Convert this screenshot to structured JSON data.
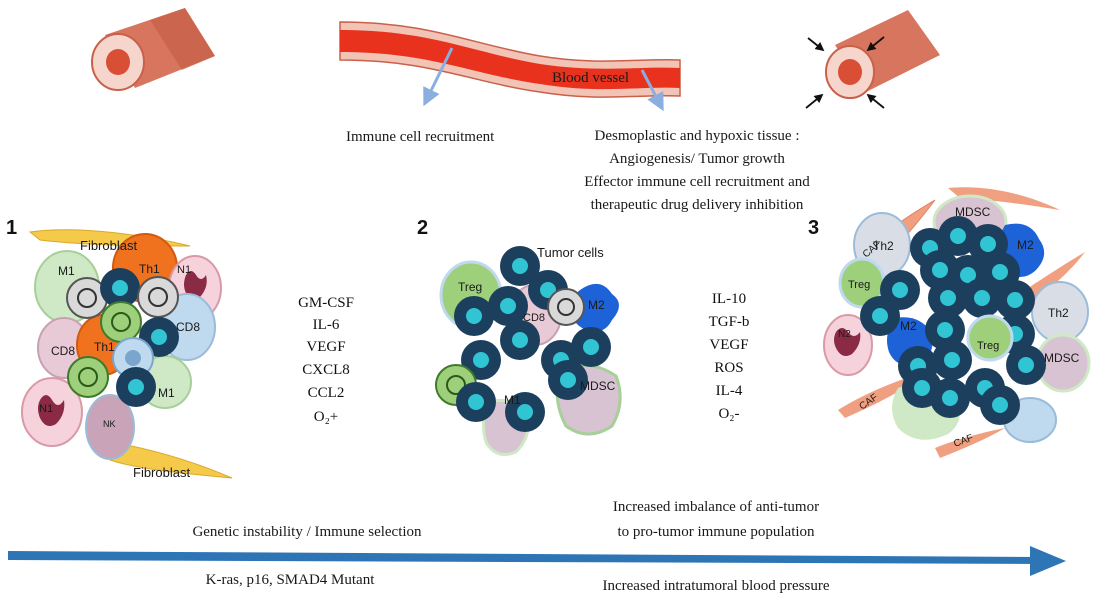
{
  "vessel": {
    "label": "Blood vessel",
    "recruitment_note": "Immune cell recruitment",
    "desmoplastic_lines": [
      "Desmoplastic and hypoxic tissue :",
      "Angiogenesis/ Tumor growth",
      "Effector immune cell recruitment and",
      "therapeutic drug delivery inhibition"
    ]
  },
  "stages": [
    {
      "number": "1"
    },
    {
      "number": "2",
      "title": "Tumor cells"
    },
    {
      "number": "3"
    }
  ],
  "cytokines_left": [
    "GM-CSF",
    "IL-6",
    "VEGF",
    "CXCL8",
    "CCL2",
    "O₂+"
  ],
  "cytokines_right": [
    "IL-10",
    "TGF-b",
    "VEGF",
    "ROS",
    "IL-4",
    "O₂-"
  ],
  "cell_labels": {
    "stage1": {
      "fibroblast_top": "Fibroblast",
      "fibroblast_bottom": "Fibroblast",
      "m1_top": "M1",
      "th1_top": "Th1",
      "n1_top": "N1",
      "cd8_right": "CD8",
      "cd8_left": "CD8",
      "th1_mid": "Th1",
      "m1_mid": "M1",
      "n1_bottom": "N1",
      "nk": "NK"
    },
    "stage2": {
      "treg": "Treg",
      "cd8": "CD8",
      "m2": "M2",
      "mdsc": "MDSC",
      "m1": "M1"
    },
    "stage3": {
      "mdsc_top": "MDSC",
      "caf_top": "CAF",
      "th2_top": "Th2",
      "m2_top": "M2",
      "treg_left": "Treg",
      "th2_right": "Th2",
      "n2": "N2",
      "m2_mid": "M2",
      "treg_center": "Treg",
      "mdsc_right": "MDSC",
      "caf_left": "CAF",
      "caf_bottom": "CAF"
    }
  },
  "timeline": {
    "above_left": "Genetic instability / Immune selection",
    "below_left": "K-ras, p16, SMAD4 Mutant",
    "above_right_lines": [
      "Increased imbalance of anti-tumor",
      "to pro-tumor immune population"
    ],
    "below_right": "Increased intratumoral blood pressure"
  },
  "colors": {
    "vessel_red": "#e8321e",
    "tumor_cell": "#1c3f5e",
    "nucleus": "#31c4d3",
    "arrow_blue": "#2e75b6",
    "fibroblast": "#f5c94a",
    "caf": "#f0a080",
    "m2": "#1e62d8",
    "th1": "#f0721e"
  }
}
